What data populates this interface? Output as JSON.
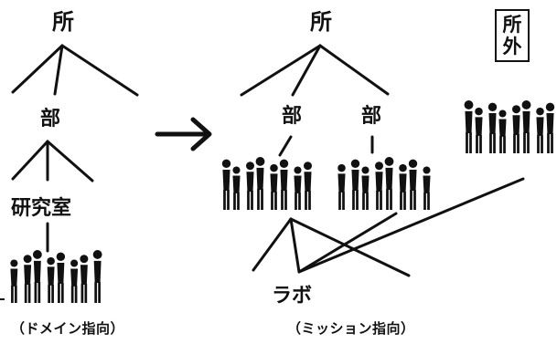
{
  "colors": {
    "ink": "#111111",
    "background": "#ffffff"
  },
  "left": {
    "institute": "所",
    "department": "部",
    "lab_room": "研究室",
    "caption": "（ドメイン指向）"
  },
  "right": {
    "institute": "所",
    "department_a": "部",
    "department_b": "部",
    "outside_line1": "所",
    "outside_line2": "外",
    "lab": "ラボ",
    "caption": "（ミッション指向）"
  },
  "icons": {
    "transition_arrow": "arrow-right-icon",
    "people_group": "people-group-icon"
  }
}
